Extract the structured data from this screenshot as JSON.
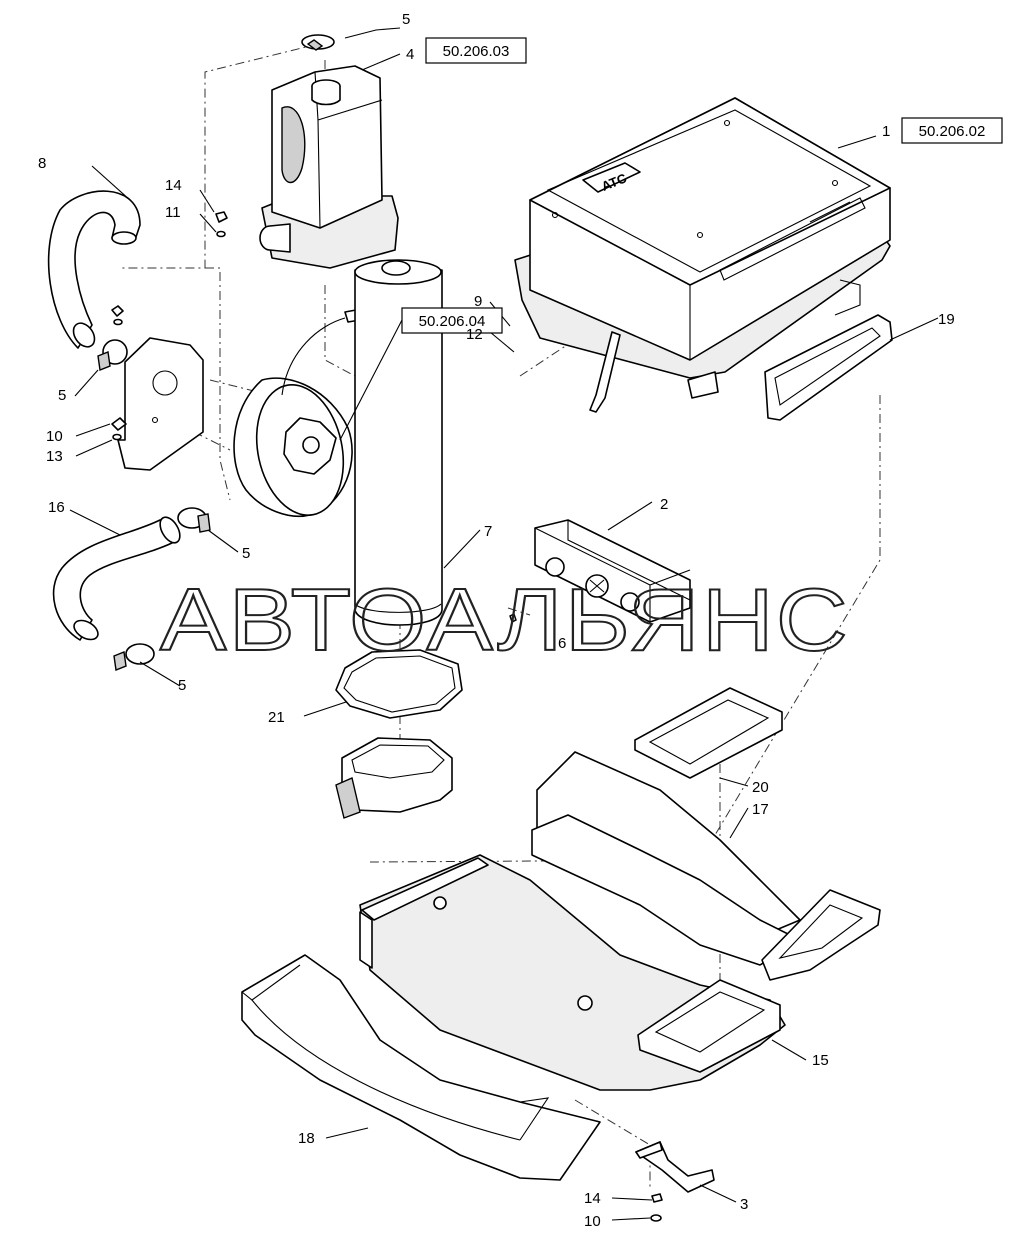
{
  "watermark": "АВТОАЛЬЯНС",
  "unit_marking": "ATC",
  "reference_codes": {
    "heater_unit": "50.206.02",
    "expansion_tank": "50.206.03",
    "blower": "50.206.04"
  },
  "callouts": {
    "c1": "1",
    "c2": "2",
    "c3": "3",
    "c4": "4",
    "c5_tank_clamp": "5",
    "c5_hose8_clamp": "5",
    "c5_hose16_upper": "5",
    "c5_hose16_lower": "5",
    "c6": "6",
    "c7": "7",
    "c8": "8",
    "c9": "9",
    "c10_bracket": "10",
    "c10_bottom": "10",
    "c11": "11",
    "c12": "12",
    "c13": "13",
    "c14_tank": "14",
    "c14_bottom": "14",
    "c15": "15",
    "c16": "16",
    "c17": "17",
    "c18": "18",
    "c19": "19",
    "c20": "20",
    "c21": "21"
  },
  "colors": {
    "line": "#000000",
    "background": "#ffffff",
    "shade": "#eeeeee"
  }
}
